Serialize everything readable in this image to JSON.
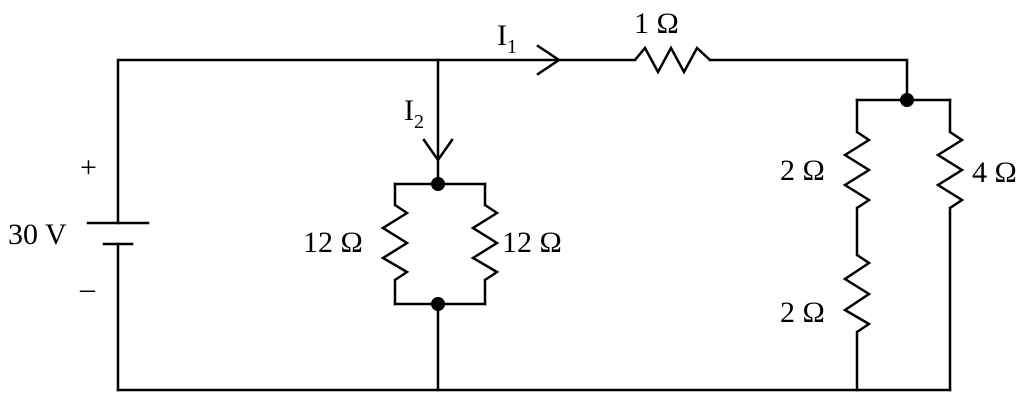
{
  "diagram": {
    "source": {
      "voltage": "30 V",
      "plus": "+",
      "minus": "–"
    },
    "currents": {
      "i1": {
        "symbol": "I",
        "subscript": "1"
      },
      "i2": {
        "symbol": "I",
        "subscript": "2"
      }
    },
    "resistors": {
      "series_top": "1 Ω",
      "left_parallel_a": "12 Ω",
      "left_parallel_b": "12 Ω",
      "right_series_upper": "2 Ω",
      "right_series_lower": "2 Ω",
      "right_branch": "4 Ω"
    }
  }
}
